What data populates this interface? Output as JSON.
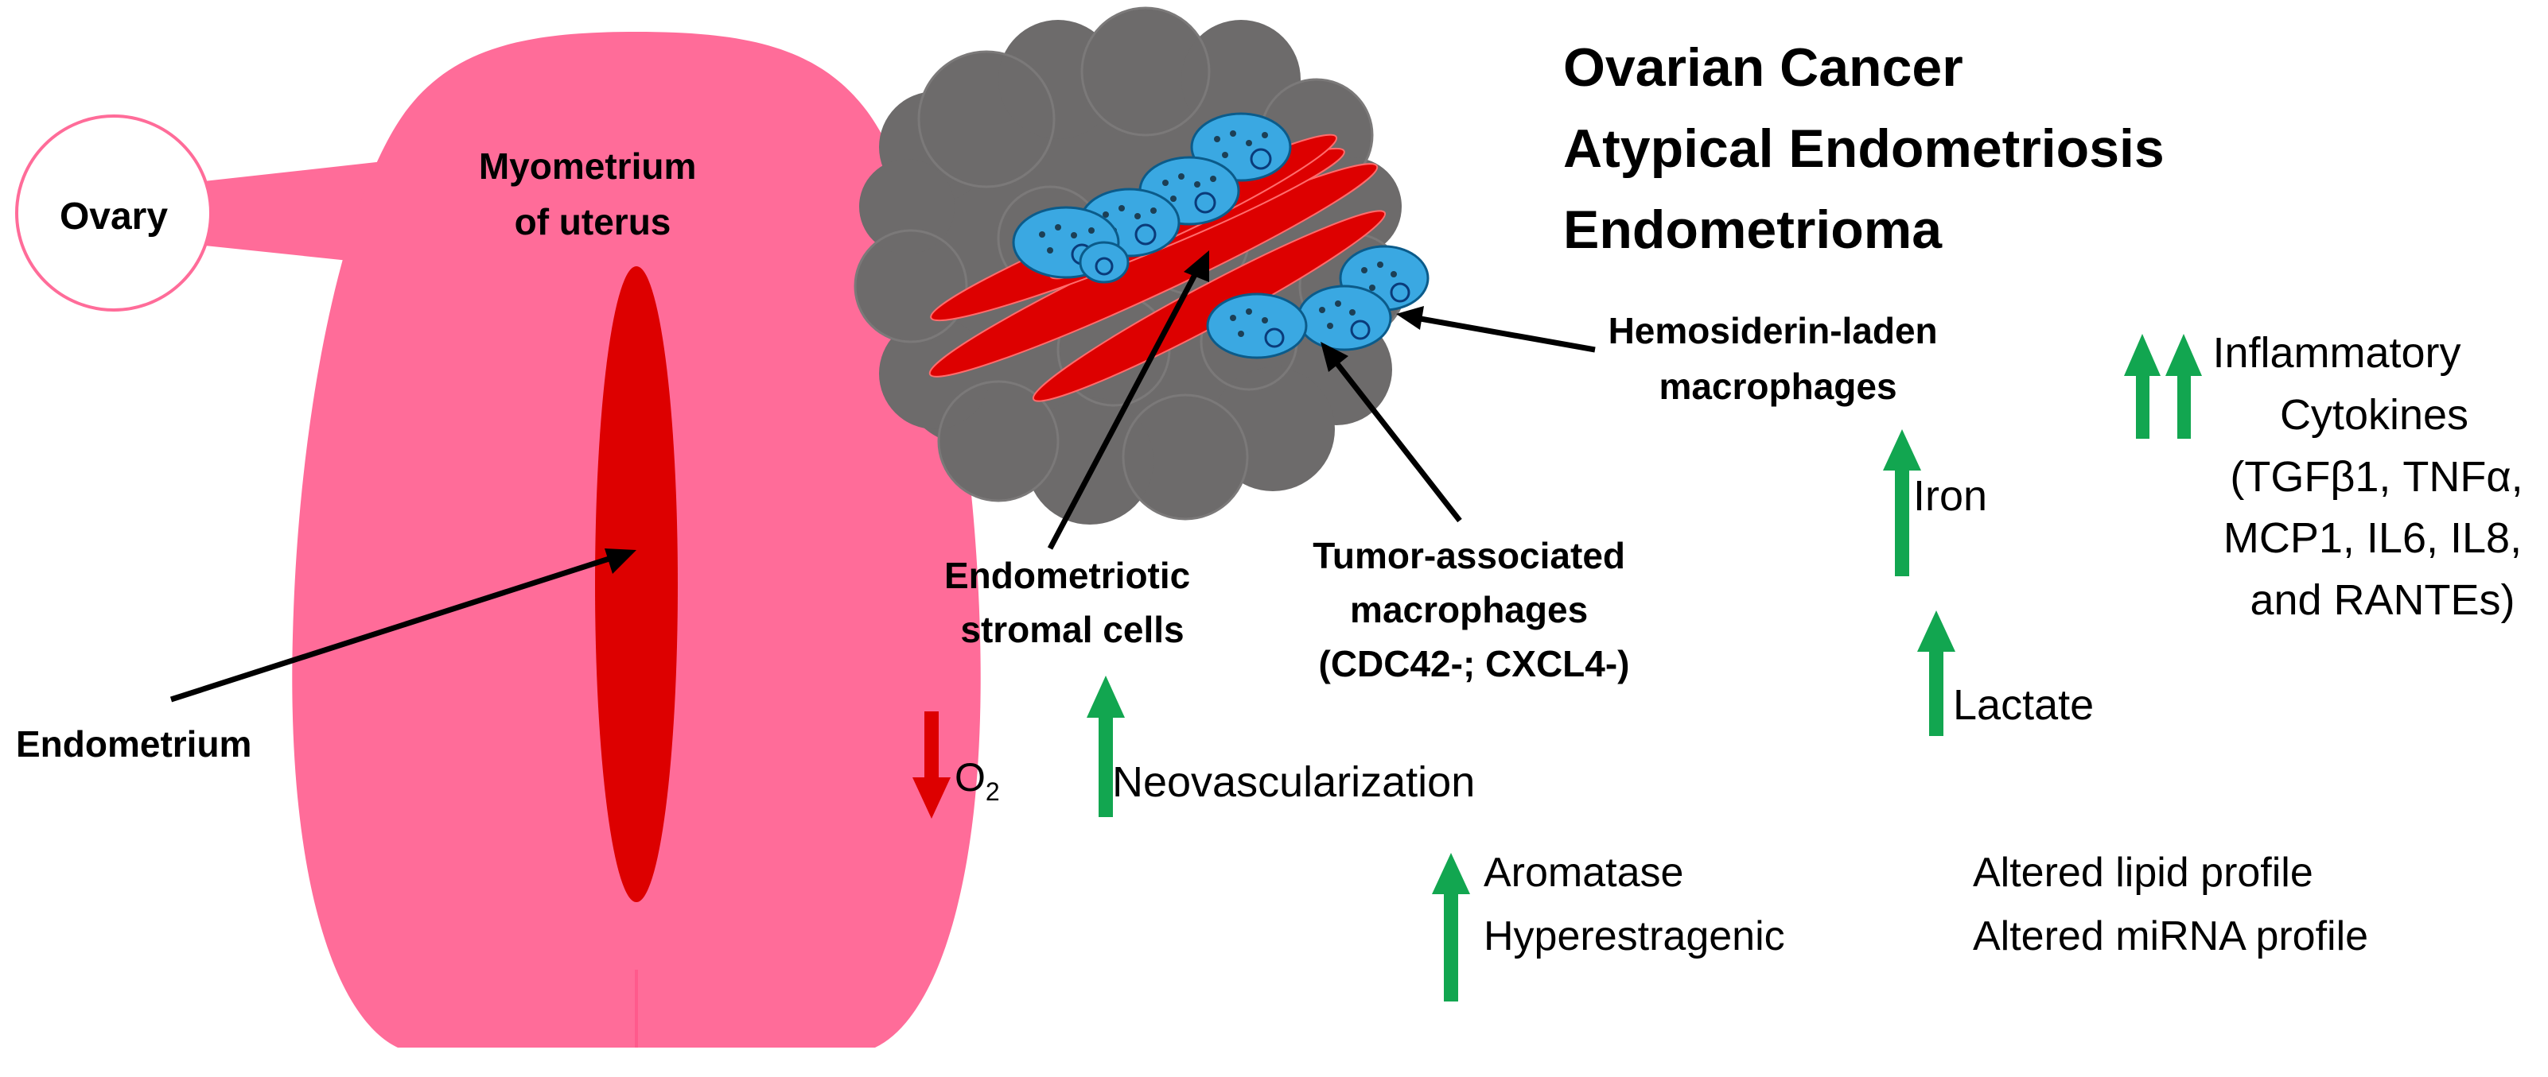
{
  "title_lines": [
    "Ovarian Cancer",
    "Atypical Endometriosis",
    "Endometrioma"
  ],
  "labels": {
    "ovary": "Ovary",
    "myometrium": [
      "Myometrium",
      "of uterus"
    ],
    "endometrium": "Endometrium",
    "stromal_cells": [
      "Endometriotic",
      "stromal cells"
    ],
    "tumor_macrophages": [
      "Tumor-associated",
      "macrophages",
      "(CDC42-; CXCL4-)"
    ],
    "hemosiderin_macrophages": [
      "Hemosiderin-laden",
      "macrophages"
    ]
  },
  "factors": {
    "o2": {
      "base": "O",
      "sub": "2",
      "direction": "down"
    },
    "neovascularization": {
      "text": "Neovascularization",
      "direction": "up"
    },
    "iron": {
      "text": "Iron",
      "direction": "up"
    },
    "lactate": {
      "text": "Lactate",
      "direction": "up"
    },
    "inflammatory": {
      "lines": [
        "Inflammatory",
        "Cytokines",
        "(TGFβ1, TNFα,",
        "MCP1, IL6, IL8,",
        "and RANTEs)"
      ],
      "direction": "double-up"
    },
    "aromatase": {
      "lines": [
        "Aromatase",
        "Hyperestragenic"
      ],
      "direction": "up"
    },
    "altered": {
      "lines": [
        "Altered lipid profile",
        "Altered miRNA profile"
      ]
    }
  },
  "colors": {
    "uterus": "#ff6c99",
    "endometrium": "#dd0000",
    "lesion": "#6d6b6b",
    "lesion_edge": "#7b7979",
    "stromal": "#dd0000",
    "macrophage": "#3aa8e2",
    "up_arrow": "#12a650",
    "down_arrow": "#dd0000"
  }
}
